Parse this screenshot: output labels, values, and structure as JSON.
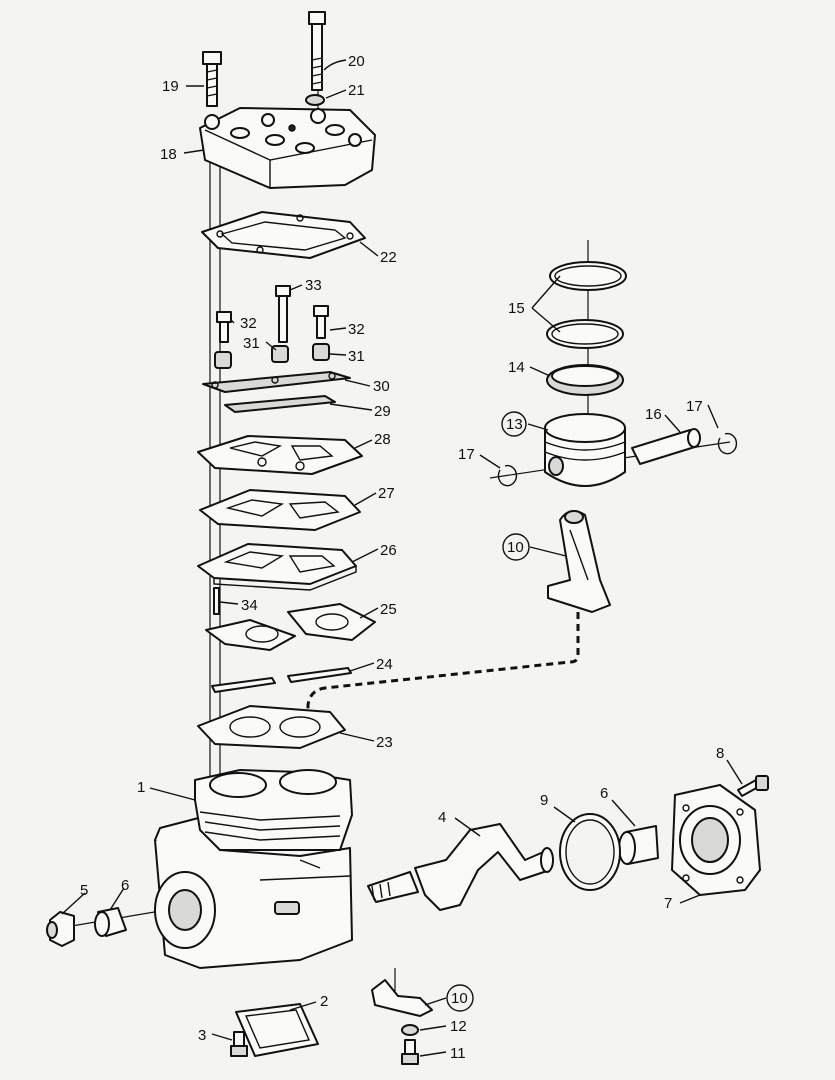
{
  "diagram": {
    "part_labels": {
      "p1": "1",
      "p2": "2",
      "p3": "3",
      "p4": "4",
      "p5": "5",
      "p6a": "6",
      "p6b": "6",
      "p7": "7",
      "p8": "8",
      "p9": "9",
      "p10a": "10",
      "p10b": "10",
      "p11": "11",
      "p12": "12",
      "p13": "13",
      "p14": "14",
      "p15": "15",
      "p16": "16",
      "p17a": "17",
      "p17b": "17",
      "p18": "18",
      "p19": "19",
      "p20": "20",
      "p21": "21",
      "p22": "22",
      "p23": "23",
      "p24": "24",
      "p25": "25",
      "p26": "26",
      "p27": "27",
      "p28": "28",
      "p29": "29",
      "p30": "30",
      "p31a": "31",
      "p31b": "31",
      "p32a": "32",
      "p32b": "32",
      "p33": "33",
      "p34": "34"
    }
  }
}
